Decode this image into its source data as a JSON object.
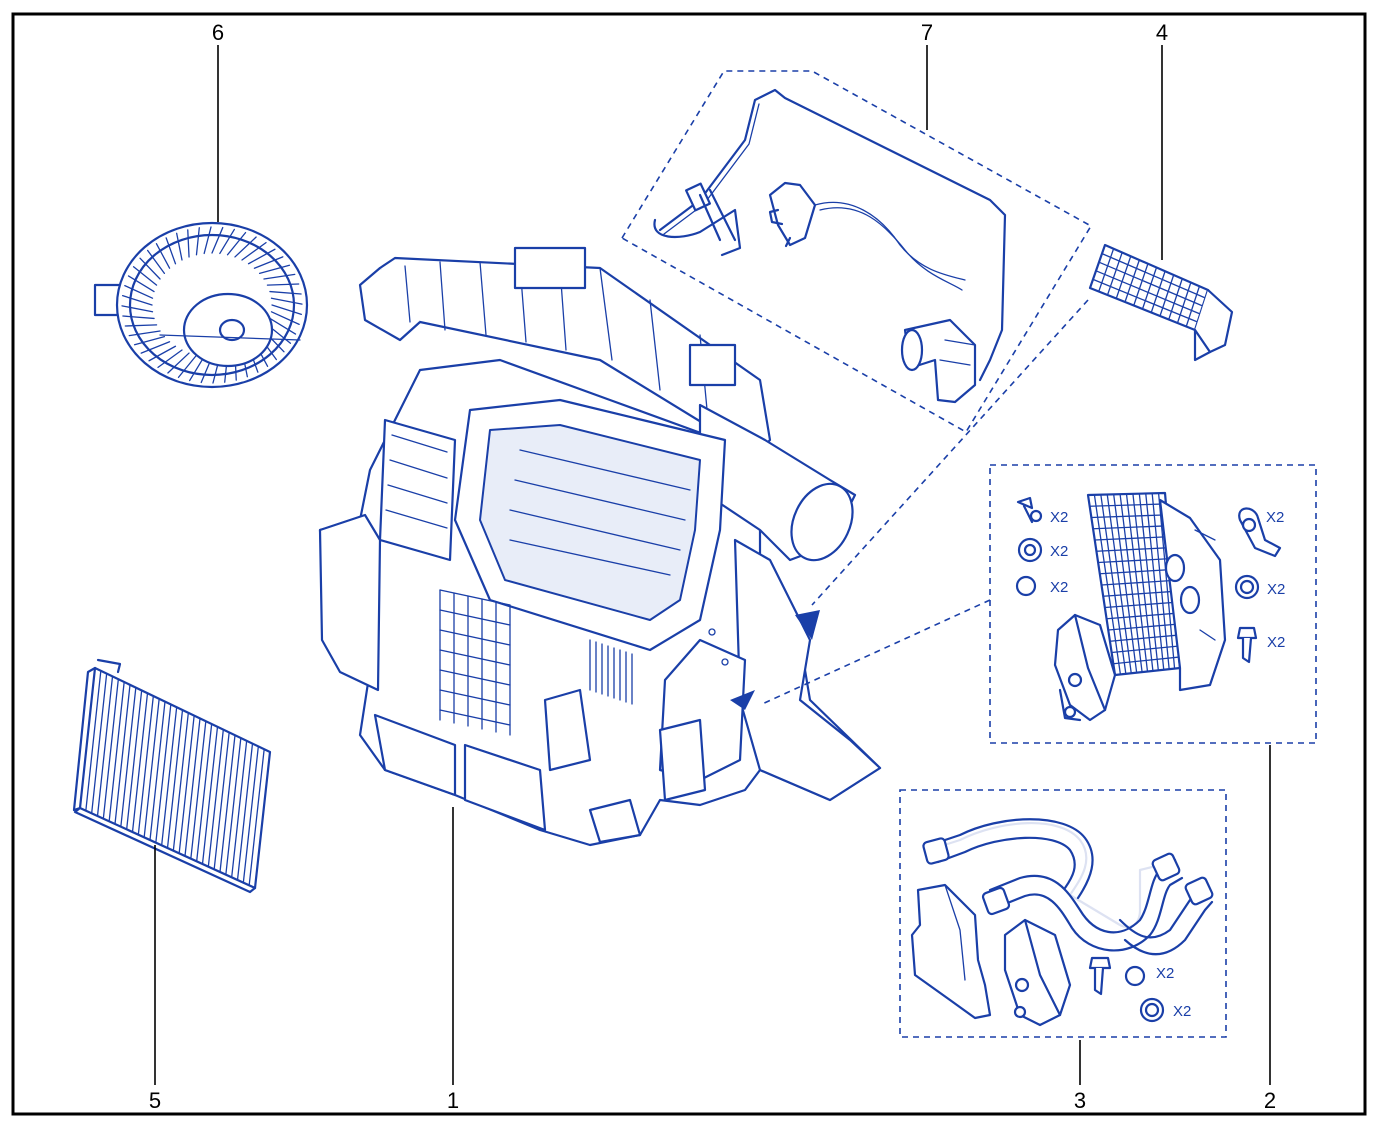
{
  "callouts": {
    "c1": "1",
    "c2": "2",
    "c3": "3",
    "c4": "4",
    "c5": "5",
    "c6": "6",
    "c7": "7"
  },
  "kit2_qty": {
    "screw": "X2",
    "washer": "X2",
    "oring": "X2",
    "clip": "X2",
    "washer2": "X2",
    "bolt": "X2"
  },
  "kit3_qty": {
    "oring": "X2",
    "washer": "X2"
  },
  "colors": {
    "line": "#1a3fa8",
    "frame": "#000000"
  }
}
